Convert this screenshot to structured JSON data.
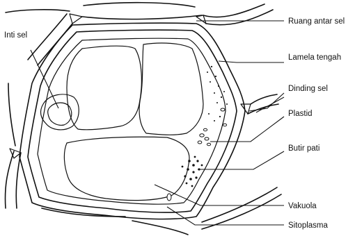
{
  "labels": {
    "inti_sel": "Inti sel",
    "ruang_antar_sel": "Ruang antar sel",
    "lamela_tengah": "Lamela tengah",
    "dinding_sel": "Dinding sel",
    "plastid": "Plastid",
    "butir_pati": "Butir pati",
    "vakuola": "Vakuola",
    "sitoplasma": "Sitoplasma"
  },
  "colors": {
    "ink": "#111111",
    "background": "#ffffff"
  }
}
